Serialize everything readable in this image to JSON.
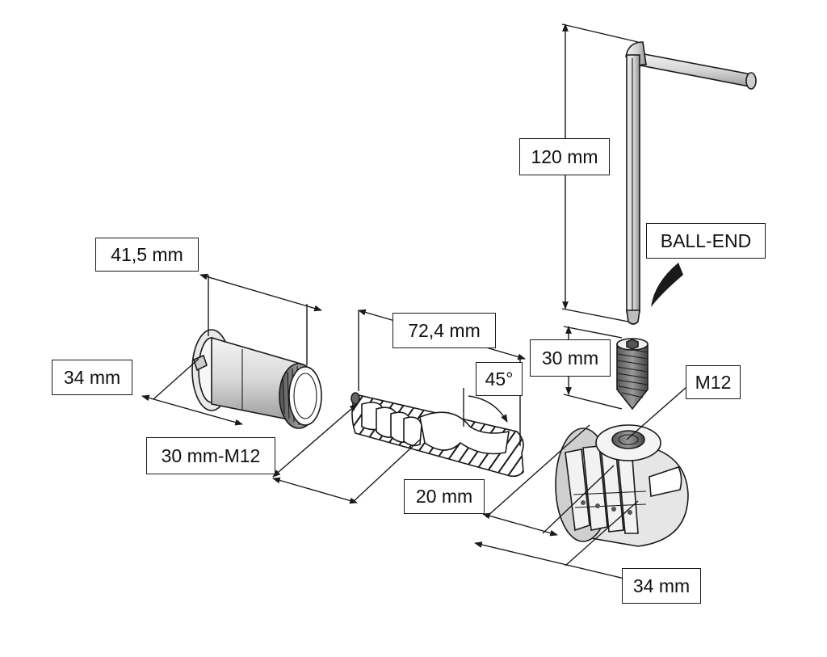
{
  "labels": {
    "bolt_length": "41,5 mm",
    "bolt_diameter": "34 mm",
    "bolt_thread": "30 mm-M12",
    "cam_length": "72,4 mm",
    "cam_angle": "45°",
    "cam_offset": "20 mm",
    "wrench_length": "120 mm",
    "wrench_tip": "BALL-END",
    "screw_length": "30 mm",
    "screw_thread": "M12",
    "nut_diameter": "34 mm"
  },
  "icons": {
    "bolt": "threaded-bushing-drawing",
    "cam": "cam-pin-cutaway-drawing",
    "wrench": "ball-end-hex-key-drawing",
    "screw": "grub-screw-drawing",
    "nut": "cross-dowel-nut-drawing"
  }
}
